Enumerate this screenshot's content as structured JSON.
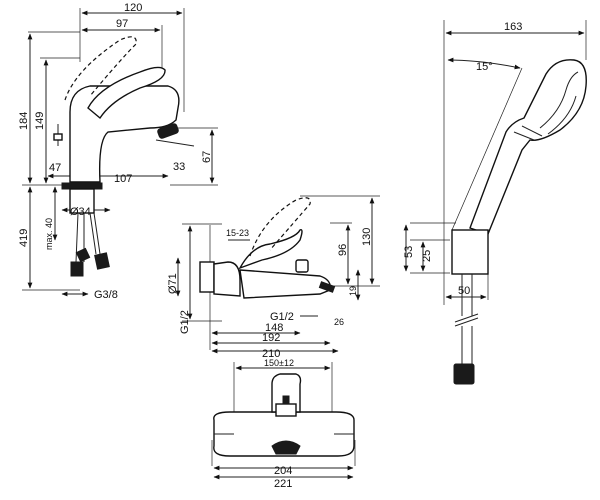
{
  "basin_mixer": {
    "dims": {
      "width_total": "120",
      "width_spout": "97",
      "height_total": "184",
      "height_spout": "149",
      "inlet_offset": "47",
      "projection": "107",
      "outlet_angle": "33",
      "outlet_height": "67",
      "hose_length": "419",
      "max_thickness": "max. 40",
      "hole_diameter": "Ø34",
      "connection": "G3/8"
    }
  },
  "bath_mixer": {
    "dims": {
      "lever_clear": "15-23",
      "height_total": "130",
      "height_spout": "96",
      "diameter": "Ø71",
      "thread": "G1/2",
      "thread2": "G1/2",
      "outlet": "19",
      "outlet_angle": "26",
      "d148": "148",
      "d192": "192",
      "d210": "210",
      "centers": "150±12",
      "width_inner": "204",
      "width_total": "221"
    }
  },
  "shower_set": {
    "dims": {
      "width": "163",
      "angle": "15°",
      "height_total": "53",
      "height_holder": "25",
      "depth": "50"
    }
  }
}
